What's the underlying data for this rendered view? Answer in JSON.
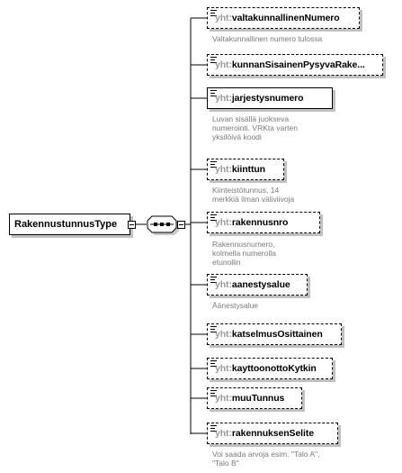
{
  "root": {
    "name": "RakennustunnusType"
  },
  "compositor": {
    "type": "sequence"
  },
  "elements": [
    {
      "prefix": "yht:",
      "name": "valtakunnallinenNumero",
      "required": false,
      "description": "Valtakunnallinen numero tulossa"
    },
    {
      "prefix": "yht:",
      "name": "kunnanSisainenPysyvaRake...",
      "required": false,
      "description": ""
    },
    {
      "prefix": "yht:",
      "name": "jarjestysnumero",
      "required": true,
      "description": "Luvan sisällä juokseva numerointi. VRKta varten yksilöivä koodi"
    },
    {
      "prefix": "yht:",
      "name": "kiinttun",
      "required": false,
      "description": "Kiinteistötunnus, 14 merkkiä ilman väliviivoja"
    },
    {
      "prefix": "yht:",
      "name": "rakennusnro",
      "required": false,
      "description": "Rakennusnumero, kolmella numerolla etunollin"
    },
    {
      "prefix": "yht:",
      "name": "aanestysalue",
      "required": false,
      "description": "Äänestysalue"
    },
    {
      "prefix": "yht:",
      "name": "katselmusOsittainen",
      "required": false,
      "description": ""
    },
    {
      "prefix": "yht:",
      "name": "kayttoonottoKytkin",
      "required": false,
      "description": ""
    },
    {
      "prefix": "yht:",
      "name": "muuTunnus",
      "required": false,
      "description": ""
    },
    {
      "prefix": "yht:",
      "name": "rakennuksenSelite",
      "required": false,
      "description": "Voi saada arvoja esim. \"Talo A\", \"Talo B\""
    }
  ]
}
